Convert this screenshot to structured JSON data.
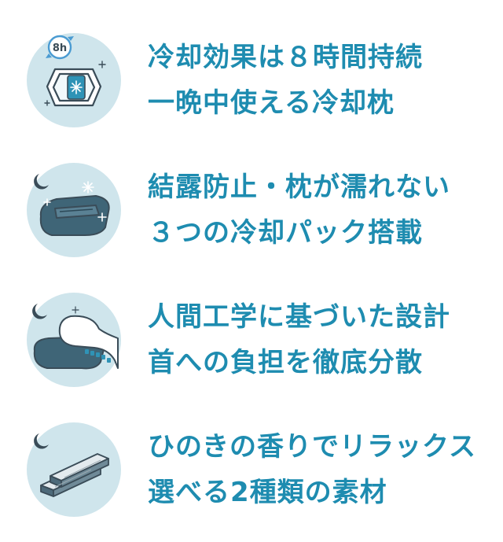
{
  "colors": {
    "accent_text": "#1e8cb0",
    "circle_bg": "#cfe5ec",
    "icon_stroke": "#3a4c58",
    "pillow_fill": "#3f6577"
  },
  "features": [
    {
      "icon": "cooling-pack-8h-icon",
      "icon_badge": "8h",
      "lines": [
        "冷却効果は８時間持続",
        "一晩中使える冷却枕"
      ]
    },
    {
      "icon": "pillow-snowflake-icon",
      "lines": [
        "結露防止・枕が濡れない",
        "３つの冷却パック搭載"
      ]
    },
    {
      "icon": "sleeping-person-pillow-icon",
      "lines": [
        "人間工学に基づいた設計",
        "首への負担を徹底分散"
      ]
    },
    {
      "icon": "hinoki-wood-bars-icon",
      "lines": [
        "ひのきの香りでリラックス",
        "選べる2種類の素材"
      ]
    }
  ]
}
